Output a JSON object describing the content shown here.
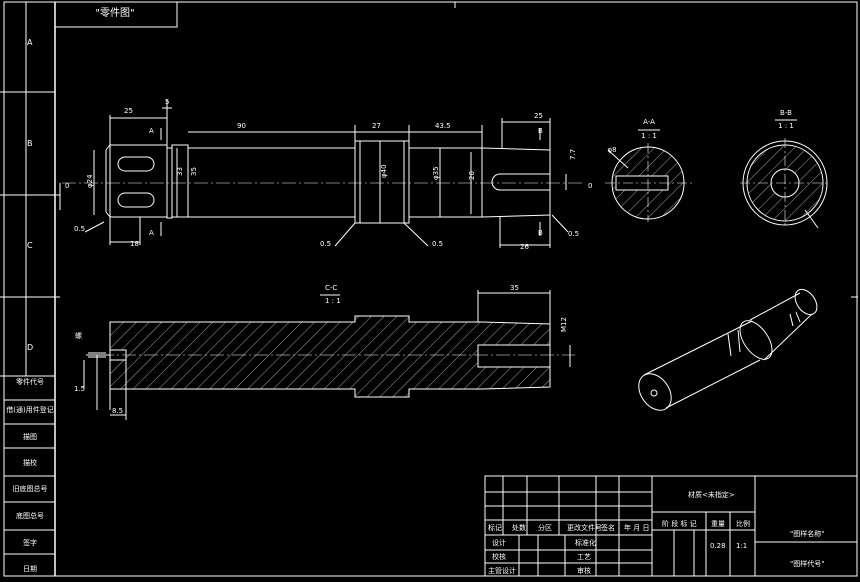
{
  "top_label": "\"零件图\"",
  "border_zones": [
    "A",
    "B",
    "C",
    "D"
  ],
  "left_strip": [
    "零件代号",
    "借(通)用件登记",
    "描图",
    "描校",
    "旧底图总号",
    "底图总号",
    "签字",
    "日期"
  ],
  "dims": {
    "d25_left": "25",
    "d5": "5",
    "d90": "90",
    "d27": "27",
    "d43_5": "43.5",
    "d25_right": "25",
    "a_mark": "A",
    "b_mark": "B",
    "phi24": "φ24",
    "phi33": "33",
    "phi35": "35",
    "phi40": "φ40",
    "phi35b": "φ35",
    "phi20": "20",
    "r7_7": "7.7",
    "d0": "0",
    "r0_5a": "0.5",
    "r0_5b": "0.5",
    "r0_5c": "0.5",
    "r0_5d": "0.5",
    "d18": "18",
    "d26": "26",
    "d35": "35",
    "m12": "M12",
    "r1_5": "1.5",
    "d8_5": "8.5",
    "thread": "螺",
    "phi8": "φ8"
  },
  "sections": {
    "aa_title": "A-A",
    "aa_scale": "1 : 1",
    "bb_title": "B-B",
    "bb_scale": "1 : 1",
    "cc_title": "C-C",
    "cc_scale": "1 : 1"
  },
  "title_block": {
    "material": "材质<未指定>",
    "drawing_name": "\"图样名称\"",
    "drawing_code": "\"图样代号\"",
    "stage_mark": "阶 段 标 记",
    "weight_label": "重量",
    "scale_label": "比例",
    "weight_value": "0.28",
    "scale_value": "1:1",
    "row_headers": [
      "标记",
      "处数",
      "分区",
      "更改文件号",
      "签名",
      "年 月 日"
    ],
    "design": "设计",
    "standardize": "标准化",
    "check": "校核",
    "process": "工艺",
    "chief": "主管设计",
    "approve": "审核"
  }
}
